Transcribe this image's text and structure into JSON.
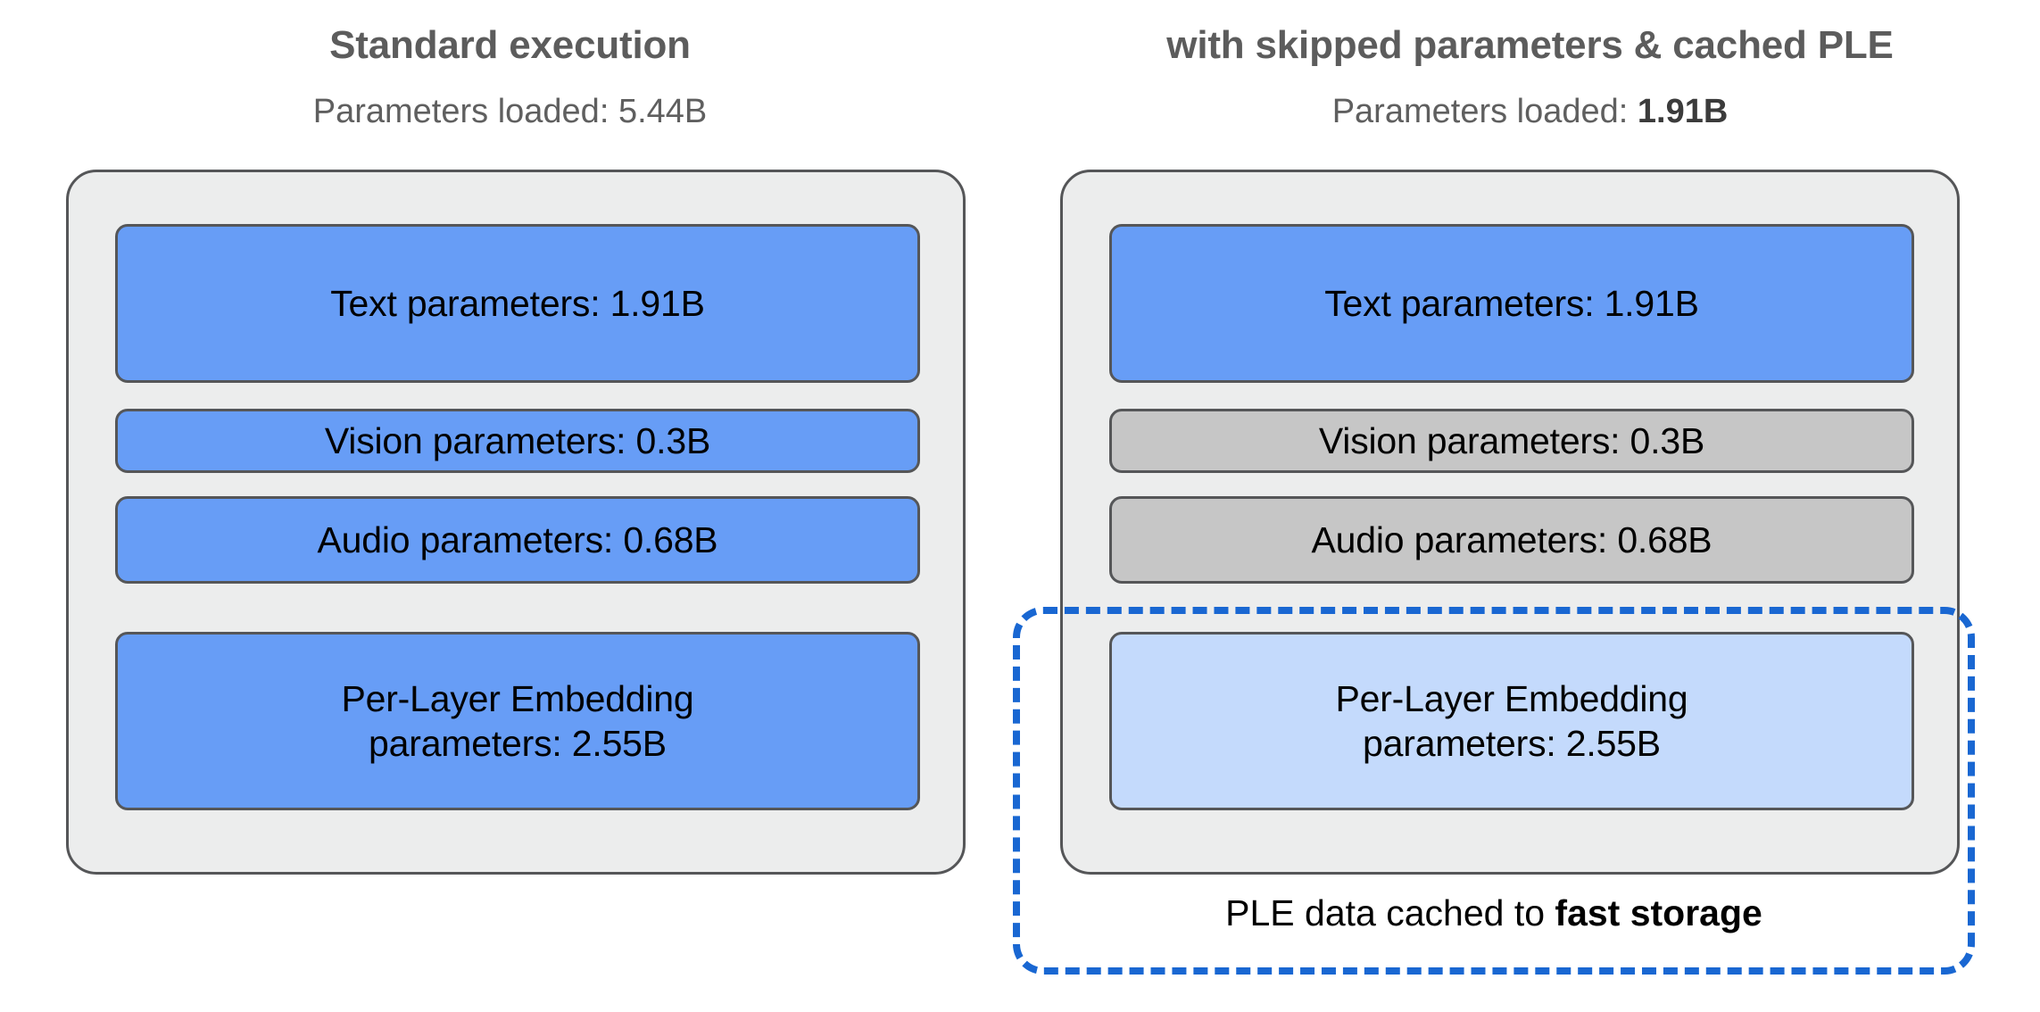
{
  "diagram": {
    "colors": {
      "blue": "#679DF6",
      "light_blue": "#C4DAFC",
      "gray": "#C6C6C6",
      "panel_bg": "#ECEDED",
      "border": "#555658",
      "accent_dashed": "#1967D2",
      "heading": "#5C5C5C"
    },
    "columns": [
      {
        "id": "standard",
        "title": "Standard execution",
        "subtitle_prefix": "Parameters loaded: ",
        "subtitle_value": "5.44B",
        "subtitle_value_bold": false,
        "blocks": [
          {
            "id": "text",
            "label": "Text parameters: 1.91B",
            "style": "blue"
          },
          {
            "id": "vision",
            "label": "Vision parameters: 0.3B",
            "style": "blue"
          },
          {
            "id": "audio",
            "label": "Audio parameters: 0.68B",
            "style": "blue"
          },
          {
            "id": "ple",
            "label_line1": "Per-Layer Embedding",
            "label_line2": "parameters: 2.55B",
            "style": "blue"
          }
        ]
      },
      {
        "id": "optimized",
        "title": "with skipped parameters & cached PLE",
        "subtitle_prefix": "Parameters loaded: ",
        "subtitle_value": "1.91B",
        "subtitle_value_bold": true,
        "blocks": [
          {
            "id": "text",
            "label": "Text parameters: 1.91B",
            "style": "blue"
          },
          {
            "id": "vision",
            "label": "Vision parameters: 0.3B",
            "style": "gray"
          },
          {
            "id": "audio",
            "label": "Audio parameters: 0.68B",
            "style": "gray"
          },
          {
            "id": "ple",
            "label_line1": "Per-Layer Embedding",
            "label_line2": "parameters: 2.55B",
            "style": "light-blue"
          }
        ]
      }
    ],
    "cache_region": {
      "caption_prefix": "PLE data cached to ",
      "caption_strong": "fast storage"
    }
  }
}
